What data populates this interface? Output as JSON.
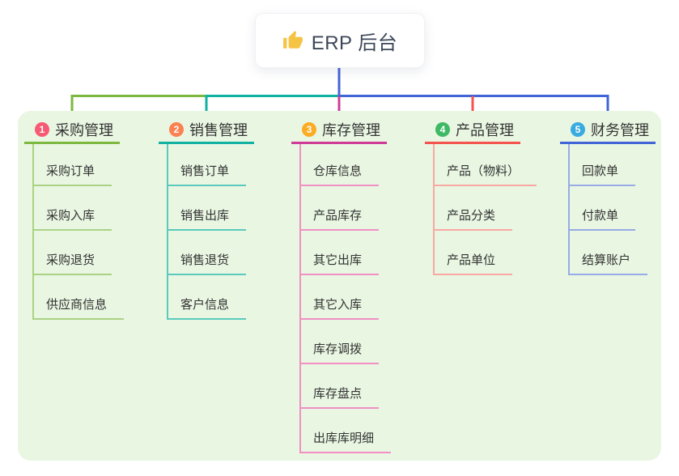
{
  "canvas": {
    "background": "#ffffff",
    "panel_background": "#e9f6e2",
    "text_color": "#333333"
  },
  "root": {
    "label": "ERP 后台",
    "icon": "thumbs-up-icon",
    "icon_color": "#f6c445",
    "connector_color": "#4564d6"
  },
  "branches": [
    {
      "number": "1",
      "title": "采购管理",
      "badge_color": "#f65b73",
      "line_color": "#7db83f",
      "child_line_color": "#abd284",
      "children": [
        "采购订单",
        "采购入库",
        "采购退货",
        "供应商信息"
      ]
    },
    {
      "number": "2",
      "title": "销售管理",
      "badge_color": "#fb8150",
      "line_color": "#12b2a2",
      "child_line_color": "#5bcabc",
      "children": [
        "销售订单",
        "销售出库",
        "销售退货",
        "客户信息"
      ]
    },
    {
      "number": "3",
      "title": "库存管理",
      "badge_color": "#fcac24",
      "line_color": "#cf3c96",
      "child_line_color": "#f090c4",
      "children": [
        "仓库信息",
        "产品库存",
        "其它出库",
        "其它入库",
        "库存调拨",
        "库存盘点",
        "出库库明细"
      ]
    },
    {
      "number": "4",
      "title": "产品管理",
      "badge_color": "#3eb964",
      "line_color": "#f4534e",
      "child_line_color": "#f9a8a3",
      "children": [
        "产品（物料）",
        "产品分类",
        "产品单位"
      ]
    },
    {
      "number": "5",
      "title": "财务管理",
      "badge_color": "#38abe1",
      "line_color": "#4164d6",
      "child_line_color": "#97abe6",
      "children": [
        "回款单",
        "付款单",
        "结算账户"
      ]
    }
  ]
}
